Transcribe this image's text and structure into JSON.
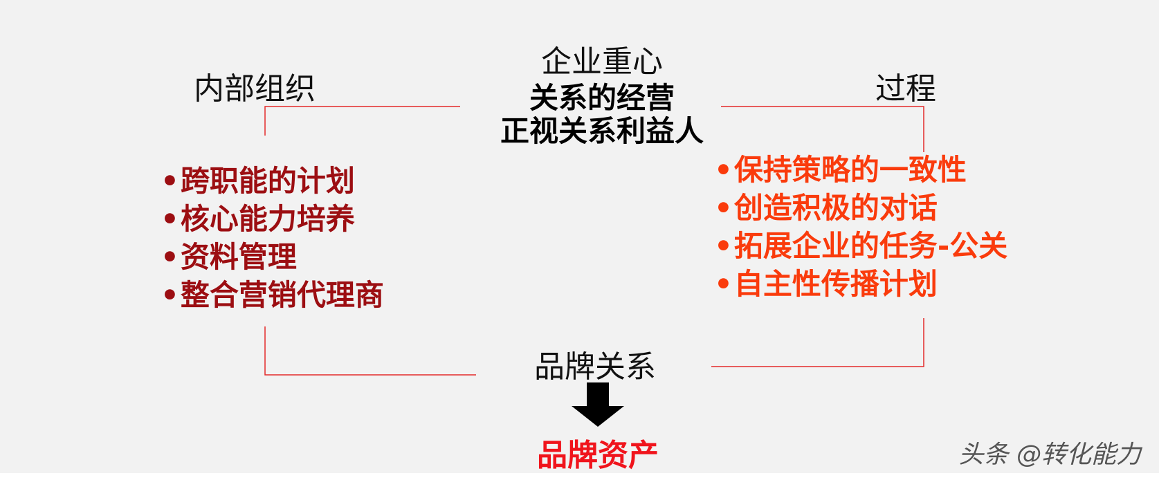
{
  "diagram": {
    "internal_label": "内部组织",
    "process_label": "过程",
    "center": {
      "title": "企业重心",
      "line1": "关系的经营",
      "line2": "正视关系利益人"
    },
    "left_items": [
      "跨职能的计划",
      "核心能力培养",
      "资料管理",
      "整合营销代理商"
    ],
    "right_items": [
      "保持策略的一致性",
      "创造积极的对话",
      "拓展企业的任务-公关",
      "自主性传播计划"
    ],
    "bullet": "•",
    "brand_relation": "品牌关系",
    "brand_asset": "品牌资产",
    "arrow_icon": "arrow-down-icon"
  },
  "watermark": "头条 @转化能力",
  "colors": {
    "left_text": "#9c0e12",
    "right_text": "#fa3b0c",
    "brand_asset": "#f0141c",
    "frame_line": "#e32b2b"
  }
}
